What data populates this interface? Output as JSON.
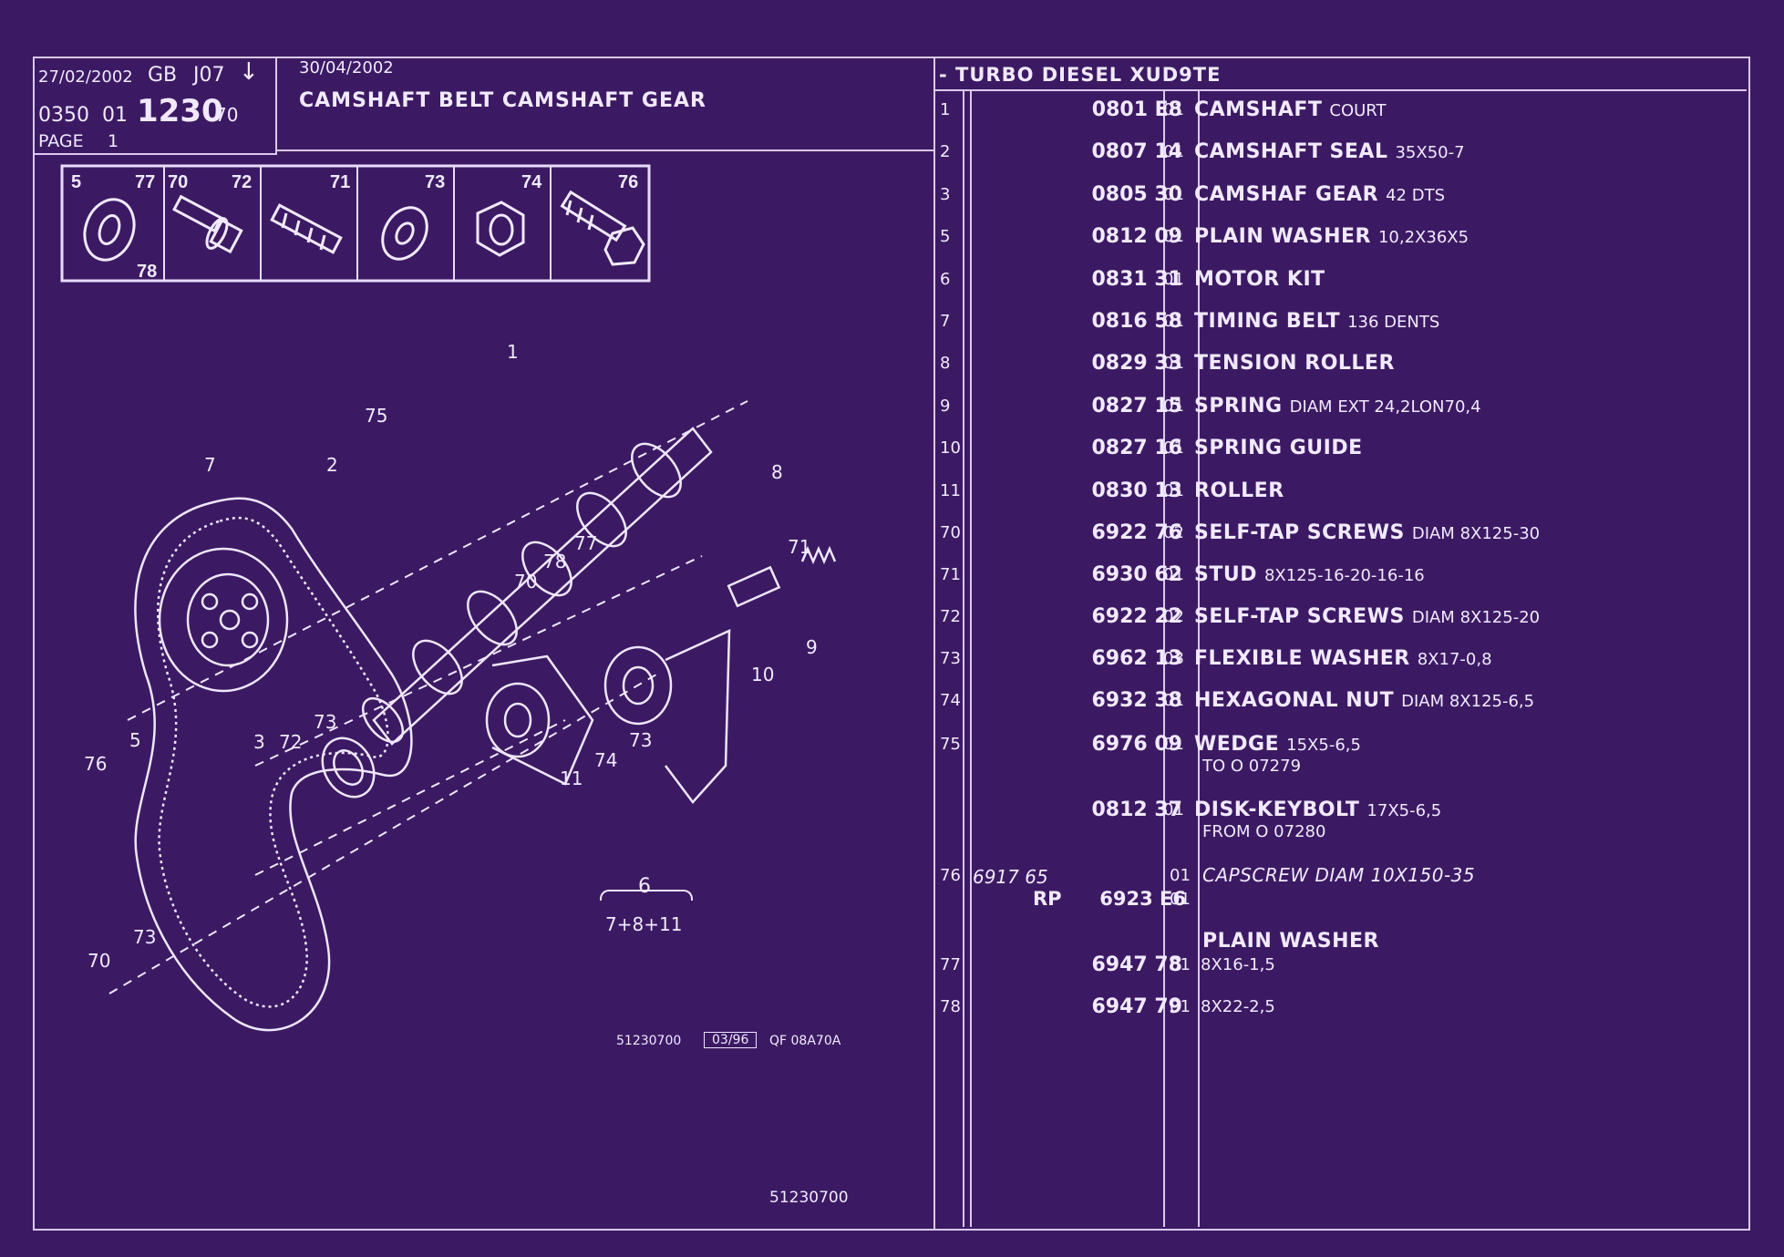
{
  "header": {
    "print_date": "27/02/2002",
    "lang": "GB",
    "code": "J07",
    "arrow": "↓",
    "doc_prefix": "0350",
    "doc_01": "01",
    "doc_main": "1230",
    "doc_suffix": "70",
    "page_label": "PAGE",
    "page_number": "1",
    "update_date": "30/04/2002",
    "title": "CAMSHAFT BELT CAMSHAFT GEAR",
    "engine": "- TURBO DIESEL XUD9TE"
  },
  "hardware_box": {
    "cells": [
      {
        "labels": [
          "5",
          "77",
          "78"
        ],
        "icon": "washer-icon"
      },
      {
        "labels": [
          "70",
          "72"
        ],
        "icon": "screw-with-washer-icon"
      },
      {
        "labels": [
          "71"
        ],
        "icon": "stud-icon"
      },
      {
        "labels": [
          "73"
        ],
        "icon": "flexible-washer-icon"
      },
      {
        "labels": [
          "74"
        ],
        "icon": "hex-nut-icon"
      },
      {
        "labels": [
          "76"
        ],
        "icon": "capscrew-icon"
      }
    ]
  },
  "diagram": {
    "callouts": [
      "1",
      "2",
      "3",
      "5",
      "7",
      "8",
      "9",
      "10",
      "11",
      "70",
      "71",
      "72",
      "73",
      "74",
      "75",
      "76",
      "78",
      "77"
    ],
    "kit_label": "6",
    "kit_formula": "7+8+11",
    "ref_code": "51230700",
    "ref_date": "03/96",
    "ref_extra": "QF 08A70A",
    "footer_code": "51230700"
  },
  "parts": [
    {
      "ref": "1",
      "number": "0801 E8",
      "qty": "01",
      "name": "CAMSHAFT",
      "desc": "COURT"
    },
    {
      "ref": "2",
      "number": "0807 14",
      "qty": "01",
      "name": "CAMSHAFT SEAL",
      "desc": "35X50-7"
    },
    {
      "ref": "3",
      "number": "0805 30",
      "qty": "01",
      "name": "CAMSHAF GEAR",
      "desc": "42 DTS"
    },
    {
      "ref": "5",
      "number": "0812 09",
      "qty": "01",
      "name": "PLAIN WASHER",
      "desc": "10,2X36X5"
    },
    {
      "ref": "6",
      "number": "0831 31",
      "qty": "01",
      "name": "MOTOR KIT",
      "desc": ""
    },
    {
      "ref": "7",
      "number": "0816 58",
      "qty": "01",
      "name": "TIMING BELT",
      "desc": "136 DENTS"
    },
    {
      "ref": "8",
      "number": "0829 33",
      "qty": "01",
      "name": "TENSION ROLLER",
      "desc": ""
    },
    {
      "ref": "9",
      "number": "0827 15",
      "qty": "01",
      "name": "SPRING",
      "desc": "DIAM EXT 24,2LON70,4"
    },
    {
      "ref": "10",
      "number": "0827 16",
      "qty": "01",
      "name": "SPRING GUIDE",
      "desc": ""
    },
    {
      "ref": "11",
      "number": "0830 13",
      "qty": "01",
      "name": "ROLLER",
      "desc": ""
    },
    {
      "ref": "70",
      "number": "6922 76",
      "qty": "02",
      "name": "SELF-TAP SCREWS",
      "desc": "DIAM 8X125-30"
    },
    {
      "ref": "71",
      "number": "6930 62",
      "qty": "01",
      "name": "STUD",
      "desc": "8X125-16-20-16-16"
    },
    {
      "ref": "72",
      "number": "6922 22",
      "qty": "02",
      "name": "SELF-TAP SCREWS",
      "desc": "DIAM 8X125-20"
    },
    {
      "ref": "73",
      "number": "6962 13",
      "qty": "03",
      "name": "FLEXIBLE WASHER",
      "desc": "8X17-0,8"
    },
    {
      "ref": "74",
      "number": "6932 38",
      "qty": "01",
      "name": "HEXAGONAL NUT",
      "desc": "DIAM 8X125-6,5"
    },
    {
      "ref": "75",
      "number": "6976 09",
      "qty": "01",
      "name": "WEDGE",
      "desc": "15X5-6,5",
      "sub": "TO O 07279"
    },
    {
      "ref": "",
      "number": "0812 37",
      "qty": "01",
      "name": "DISK-KEYBOLT",
      "desc": "17X5-6,5",
      "sub": "FROM O 07280"
    },
    {
      "ref": "76",
      "old_number": "6917 65",
      "qty": "01",
      "italic_name": "CAPSCREW DIAM 10X150-35",
      "rp_label": "RP",
      "number": "6923 E6",
      "qty2": "01"
    },
    {
      "ref": "",
      "name": "PLAIN WASHER"
    },
    {
      "ref": "77",
      "number": "6947 78",
      "qty": "01",
      "desc": "8X16-1,5"
    },
    {
      "ref": "78",
      "number": "6947 79",
      "qty": "01",
      "desc": "8X22-2,5"
    }
  ]
}
